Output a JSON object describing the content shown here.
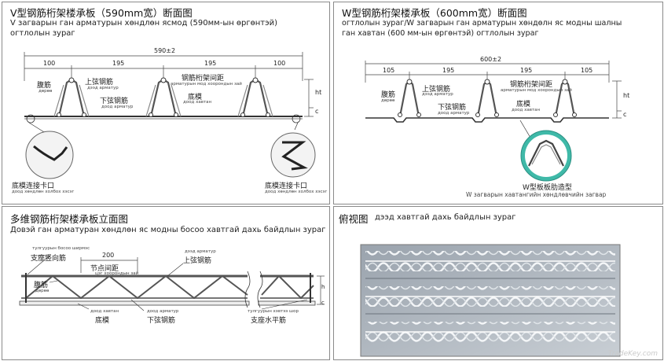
{
  "p1": {
    "title": "V型钢筋桁架楼承板（590mm宽）断面图",
    "sub1": "V загварын ган арматурын хөндлөн ясмод (590мм-ын өргөнтэй)",
    "sub2": "огтлолын зураг",
    "total": "590±2",
    "dims": [
      "100",
      "195",
      "195",
      "100"
    ],
    "upper": "上弦钢筋",
    "upper_mn": "дээд арматур",
    "web": "腹筋",
    "web_mn": "дөрөө",
    "lower": "下弦钢筋",
    "lower_mn": "доод арматур",
    "spacing": "钢筋桁架间距",
    "spacing_mn": "арматурын мод хоорондын зай",
    "base": "底模",
    "base_mn": "доод хавтан",
    "h": "ht",
    "c": "c",
    "clip_l": "底模连接卡口",
    "clip_l_mn": "доод хөндлөн холбох хэсэг",
    "clip_r": "底模连接卡口",
    "clip_r_mn": "доод хөндлөн холбох хэсэг"
  },
  "p2": {
    "title": "W型钢筋桁架楼承板（600mm宽）断面图",
    "sub1": "огтлолын зураг/W загварын ган арматурын хөндөлн яс модны шалны",
    "sub2": "ган хавтан (600 мм-ын өргөнтэй) огтлолын зураг",
    "total": "600±2",
    "dims": [
      "105",
      "195",
      "195",
      "105"
    ],
    "upper": "上弦钢筋",
    "upper_mn": "дээд арматур",
    "web": "腹筋",
    "web_mn": "дөрөө",
    "lower": "下弦钢筋",
    "lower_mn": "доод арматур",
    "spacing": "钢筋桁架间距",
    "spacing_mn": "арматурын мод хоорондын зай",
    "base": "底模",
    "base_mn": "доод хавтан",
    "h": "ht",
    "c": "c",
    "rib": "W型板板肋造型",
    "rib_mn": "W загварын хавтангийн хөндлөвчийн загвар"
  },
  "p3": {
    "title": "多维钢筋桁架楼承板立面图",
    "sub": "Довэй ган арматуран хөндлөн яс модны босоо хавтгай дахь байдлын зураг",
    "support_v_mn": "тулгуурын босоо ширмэс",
    "support_v": "支座竖向筋",
    "dim": "200",
    "node": "节点间距",
    "node_mn": "цэг хоорондын зай",
    "upper_mn": "дээд арматур",
    "upper": "上弦钢筋",
    "web": "腹筋",
    "web_mn": "дөрөө",
    "base_mn": "доод хавтан",
    "base": "底模",
    "lower_mn": "доод арматур",
    "lower": "下弦钢筋",
    "support_h_mn": "тулгуурын хэвтээ шор",
    "support_h": "支座水平筋",
    "h": "h",
    "c": "c"
  },
  "p4": {
    "title": "俯视图",
    "sub": "дээд хавтгай дахь байдлын зураг"
  },
  "watermark": "TradeKey.com"
}
